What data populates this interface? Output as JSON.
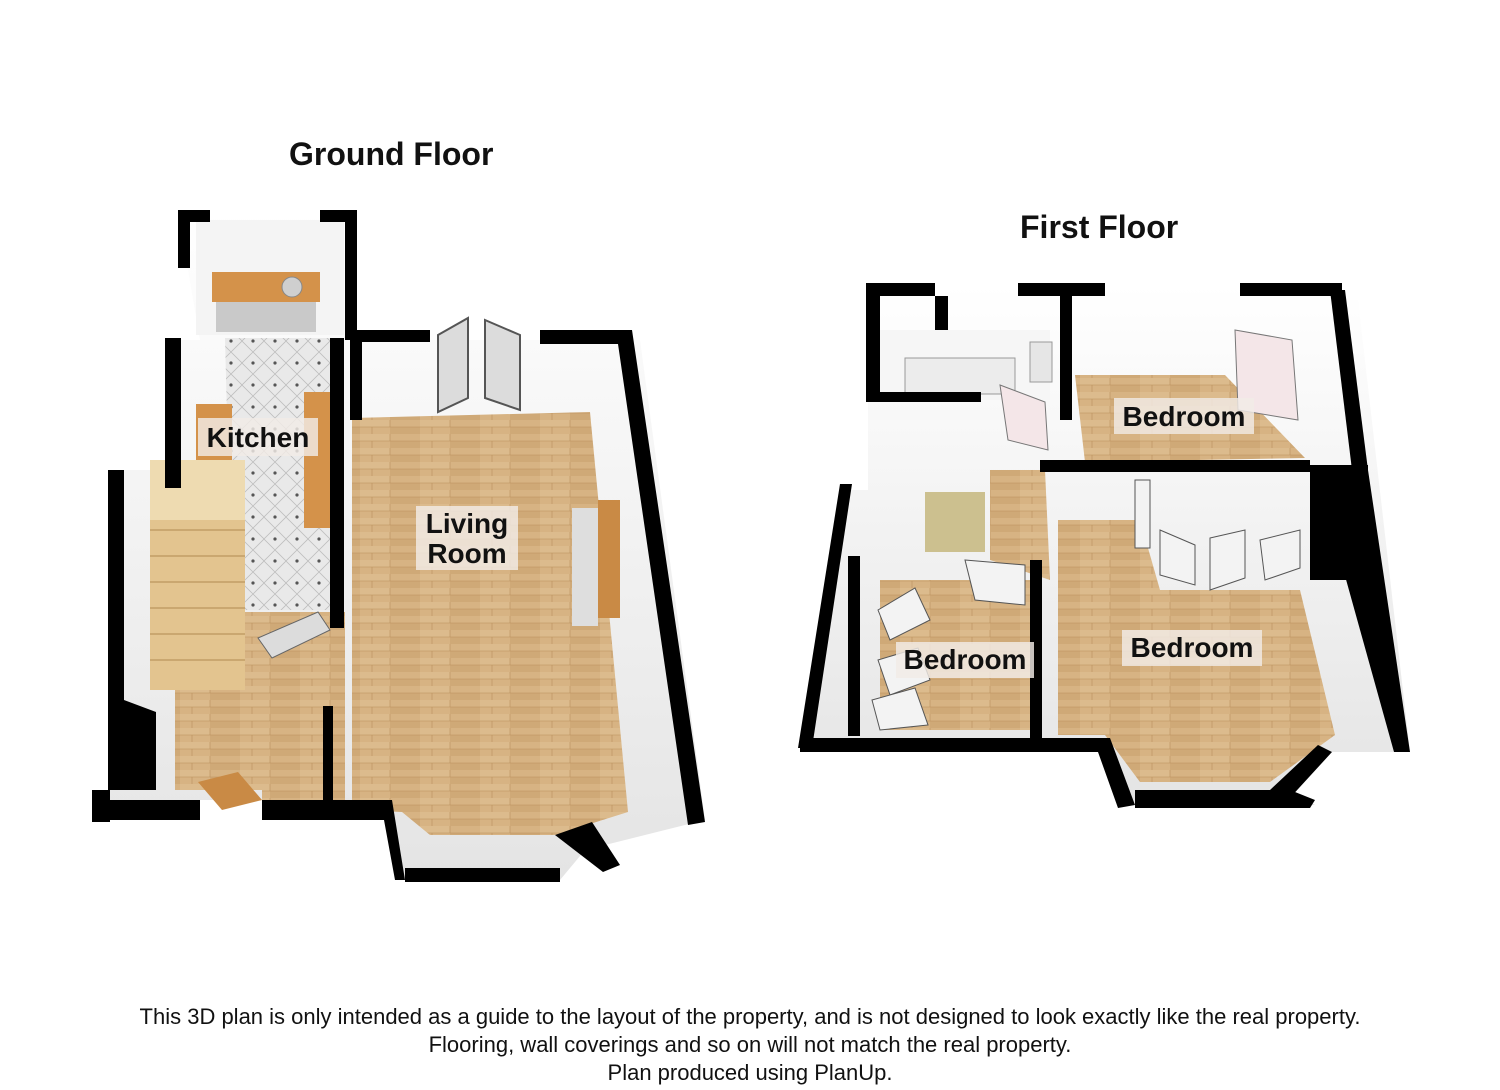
{
  "floors": {
    "ground": {
      "title": "Ground Floor",
      "rooms": {
        "kitchen": "Kitchen",
        "living_line1": "Living",
        "living_line2": "Room"
      }
    },
    "first": {
      "title": "First Floor",
      "rooms": {
        "bedroom_top": "Bedroom",
        "bedroom_main": "Bedroom",
        "bedroom_small": "Bedroom"
      }
    }
  },
  "disclaimer": {
    "line1": "This 3D plan is only intended as a guide to the layout of the property, and is not designed to look exactly like the real property.",
    "line2": "Flooring, wall coverings and so on will not match the real property.",
    "line3": "Plan produced using PlanUp."
  },
  "colors": {
    "wall_top": "#000000",
    "wall_face": "#f2f2f2",
    "wood_floor": "#d7b383",
    "tile_floor": "#e6e6e6",
    "kitchen_units": "#d4924a",
    "stairs": "#e0bf86",
    "label_bg": "#f1ece6"
  }
}
